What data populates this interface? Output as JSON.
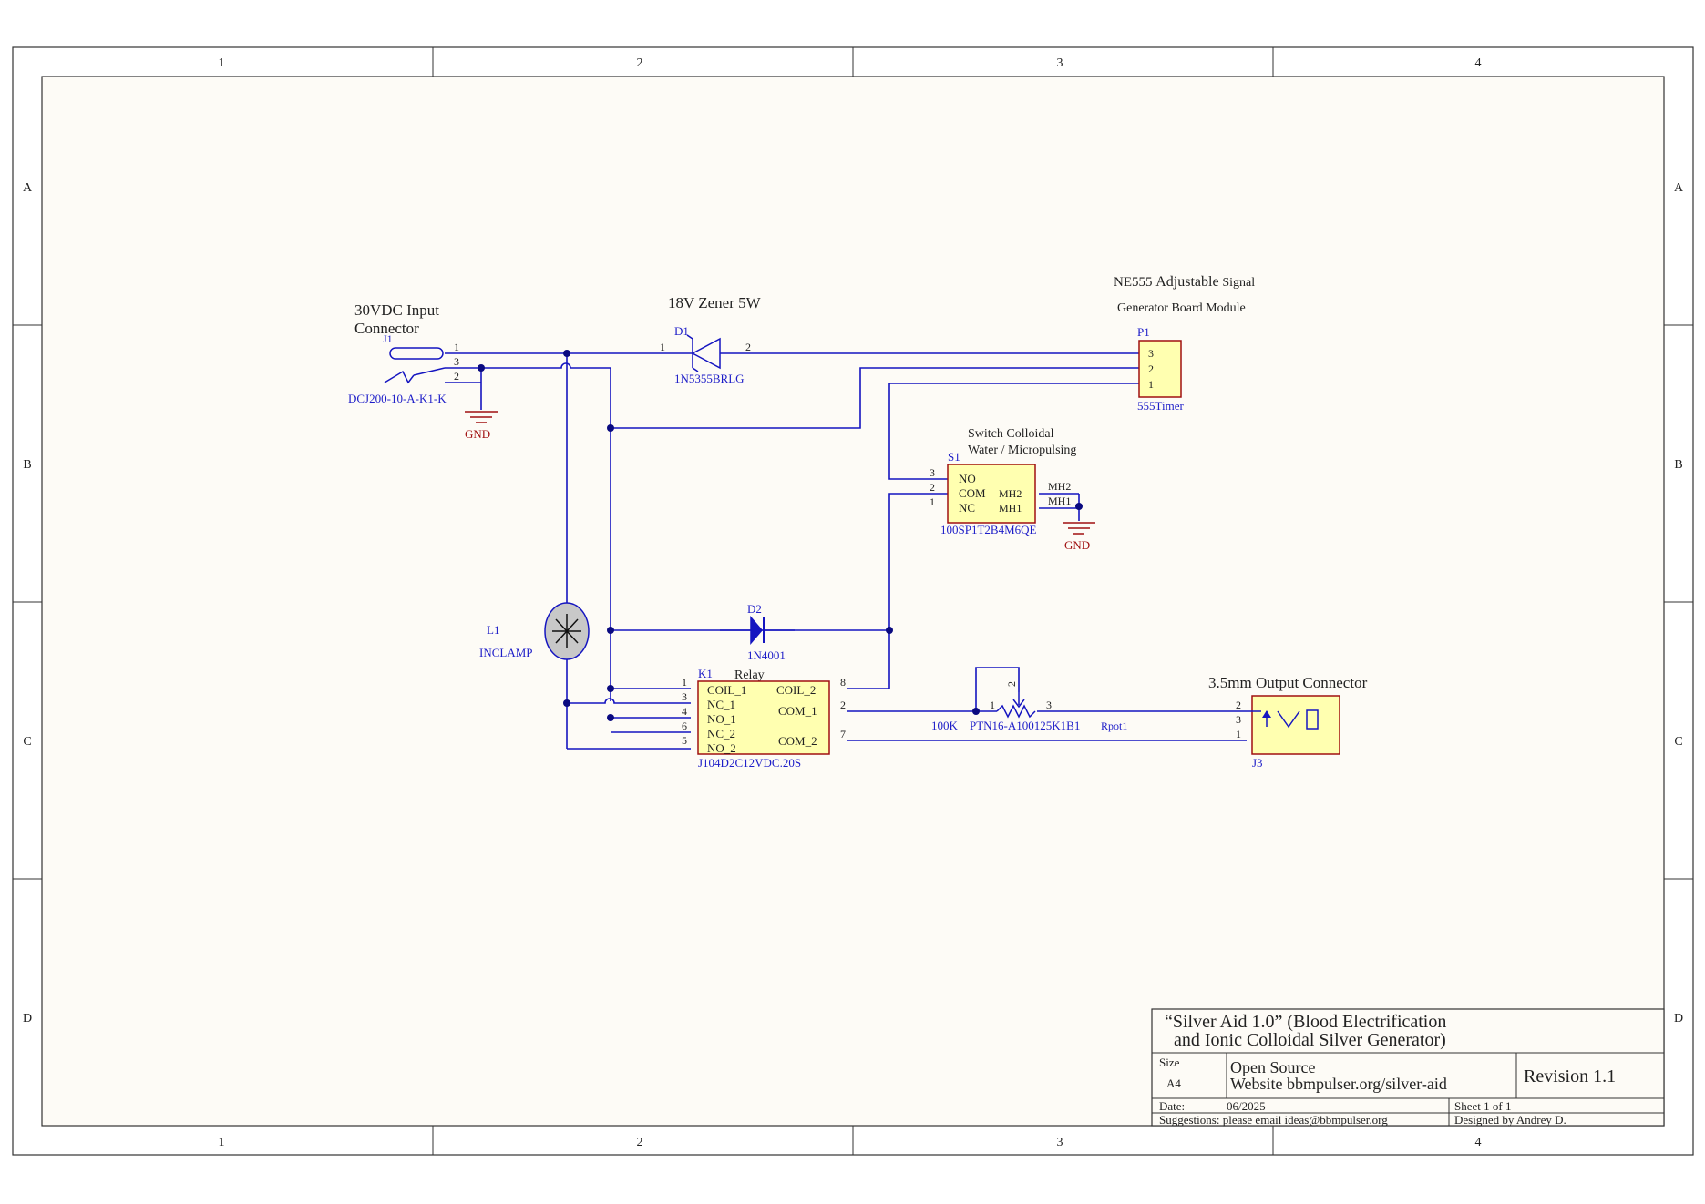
{
  "frame": {
    "columns": [
      "1",
      "2",
      "3",
      "4"
    ],
    "rows": [
      "A",
      "B",
      "C",
      "D"
    ]
  },
  "labels": {
    "input_title_1": "30VDC Input",
    "input_title_2": "Connector",
    "zener_title": "18V Zener 5W",
    "ne555_title_1a": "NE555",
    "ne555_title_1b": "Adjustable",
    "ne555_title_1c": "Signal",
    "ne555_title_2": "Generator Board Module",
    "switch_title_1": "Switch Colloidal",
    "switch_title_2": "Water / Micropulsing",
    "relay_title": "Relay",
    "output_title": "3.5mm Output Connector"
  },
  "components": {
    "j1": {
      "ref": "J1",
      "part": "DCJ200-10-A-K1-K",
      "pins": [
        "1",
        "3",
        "2"
      ]
    },
    "d1": {
      "ref": "D1",
      "part": "1N5355BRLG",
      "pin_a": "1",
      "pin_b": "2"
    },
    "p1": {
      "ref": "P1",
      "part": "555Timer",
      "pins": [
        "3",
        "2",
        "1"
      ]
    },
    "s1": {
      "ref": "S1",
      "part": "100SP1T2B4M6QE",
      "pins": [
        "3",
        "2",
        "1"
      ],
      "left_labels": [
        "NO",
        "COM",
        "NC"
      ],
      "right_labels": [
        "MH2",
        "MH1"
      ],
      "mh_out": [
        "MH2",
        "MH1"
      ]
    },
    "gnd1": {
      "label": "GND"
    },
    "gnd2": {
      "label": "GND"
    },
    "l1": {
      "ref": "L1",
      "part": "INCLAMP"
    },
    "d2": {
      "ref": "D2",
      "part": "1N4001"
    },
    "k1": {
      "ref": "K1",
      "part": "J104D2C12VDC.20S",
      "left_pins": [
        "1",
        "3",
        "4",
        "6",
        "5"
      ],
      "left_labels": [
        "COIL_1",
        "NC_1",
        "NO_1",
        "NC_2",
        "NO_2"
      ],
      "right_pins": [
        "8",
        "2",
        "7"
      ],
      "right_labels": [
        "COIL_2",
        "COM_1",
        "COM_2"
      ]
    },
    "rpot": {
      "ref": "Rpot1",
      "value": "100K",
      "part": "PTN16-A100125K1B1",
      "pins": [
        "1",
        "2",
        "3"
      ]
    },
    "j3": {
      "ref": "J3",
      "pins": [
        "2",
        "3",
        "1"
      ]
    }
  },
  "title_block": {
    "title_1": "“Silver Aid 1.0” (Blood Electrification",
    "title_2": "and Ionic Colloidal Silver Generator)",
    "size_label": "Size",
    "size_value": "A4",
    "org_1": "Open Source",
    "org_2": "Website bbmpulser.org/silver-aid",
    "revision": "Revision 1.1",
    "date_label": "Date:",
    "date_value": "06/2025",
    "sheet": "Sheet  1 of 1",
    "suggestions": "Suggestions: please email ideas@bbmpulser.org",
    "designed_by": "Designed by Andrey D."
  },
  "colors": {
    "wire": "#1515c0",
    "junction": "#0a0a80",
    "component_fill": "#ffffb0",
    "component_stroke": "#a01010",
    "gnd": "#a01010",
    "sheet_bg": "#fdfbf6"
  }
}
